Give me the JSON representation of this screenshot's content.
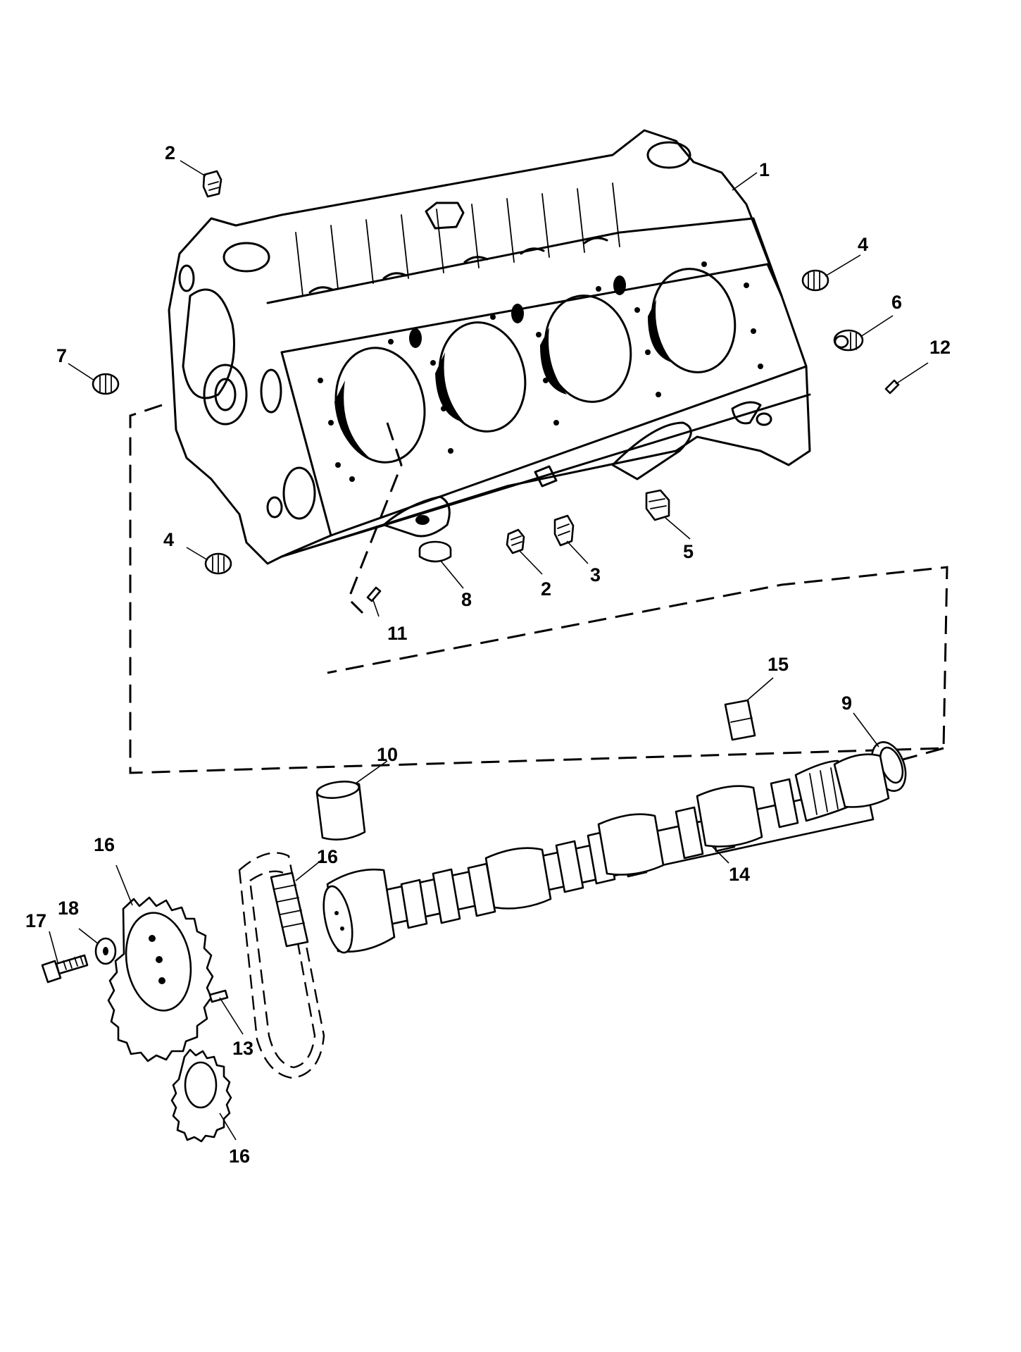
{
  "callouts": [
    {
      "id": "c1",
      "label": "1"
    },
    {
      "id": "c2a",
      "label": "2"
    },
    {
      "id": "c2b",
      "label": "2"
    },
    {
      "id": "c3",
      "label": "3"
    },
    {
      "id": "c4a",
      "label": "4"
    },
    {
      "id": "c4b",
      "label": "4"
    },
    {
      "id": "c5",
      "label": "5"
    },
    {
      "id": "c6",
      "label": "6"
    },
    {
      "id": "c7",
      "label": "7"
    },
    {
      "id": "c8",
      "label": "8"
    },
    {
      "id": "c9",
      "label": "9"
    },
    {
      "id": "c10",
      "label": "10"
    },
    {
      "id": "c11",
      "label": "11"
    },
    {
      "id": "c12",
      "label": "12"
    },
    {
      "id": "c13",
      "label": "13"
    },
    {
      "id": "c14",
      "label": "14"
    },
    {
      "id": "c15",
      "label": "15"
    },
    {
      "id": "c16a",
      "label": "16"
    },
    {
      "id": "c16b",
      "label": "16"
    },
    {
      "id": "c16c",
      "label": "16"
    },
    {
      "id": "c17",
      "label": "17"
    },
    {
      "id": "c18",
      "label": "18"
    }
  ]
}
